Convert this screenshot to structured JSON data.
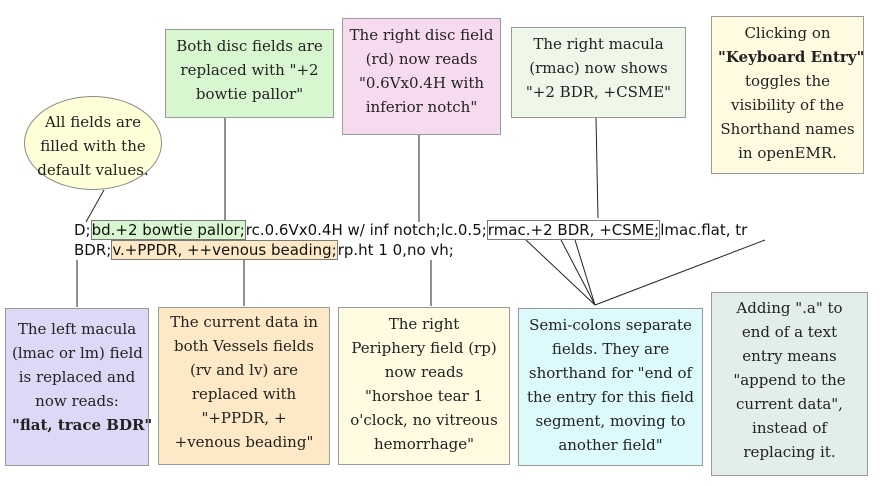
{
  "callouts": {
    "default_values": [
      "All fields are",
      "filled with the",
      "default values."
    ],
    "disc_fields": [
      "Both disc fields are",
      "replaced with \"+2",
      "bowtie pallor\""
    ],
    "right_disc": [
      "The right disc field",
      "(rd) now reads",
      "\"0.6Vx0.4H with",
      "inferior notch\""
    ],
    "right_macula": [
      "The right macula",
      "(rmac) now shows",
      "\"+2 BDR, +CSME\""
    ],
    "keyboard_entry": {
      "line1": "Clicking on",
      "bold_quote_open": "\"",
      "bold_text": "Keyboard Entry",
      "bold_quote_close": "\"",
      "line3": "toggles the",
      "line4": "visibility of the",
      "line5": "Shorthand names",
      "line6": "in openEMR."
    },
    "left_macula": {
      "lines": [
        "The left macula",
        "(lmac or lm) field",
        "is replaced and",
        "now reads:"
      ],
      "bold_line": "\"flat, trace BDR\""
    },
    "vessels": [
      "The current data in",
      "both Vessels fields",
      "(rv and lv) are",
      "replaced with",
      "\"+PPDR, +",
      "+venous beading\""
    ],
    "right_periphery": [
      "The right",
      "Periphery field (rp)",
      "now reads",
      "\"horshoe tear 1",
      "o'clock, no vitreous",
      "hemorrhage\""
    ],
    "semicolons": [
      "Semi-colons separate",
      "fields.  They are",
      "shorthand for \"end of",
      "the entry for this field",
      "segment, moving to",
      "another field\""
    ],
    "append": [
      "Adding \".a\" to",
      "end of a text",
      "entry means",
      "\"append to the",
      "current data\",",
      "instead of",
      "replacing it."
    ]
  },
  "code_line1": {
    "prefix": "D;",
    "bd": "bd.+2 bowtie pallor;",
    "rc": "rc.0.6Vx0.4H w/ inf notch;lc.0.5;",
    "rmac": "rmac.+2 BDR, +CSME;",
    "rest": "lmac.flat, tr"
  },
  "code_line2": {
    "prefix": "BDR;",
    "v": "v.+PPDR, ++venous beading;",
    "rest": "rp.ht 1 0,no vh;"
  },
  "colors": {
    "green": "#d8f7d0",
    "pink": "#f6dbf0",
    "pale_green": "#eef7e8",
    "cream": "#fffbe0",
    "lavender": "#dcd8f6",
    "orange": "#fde9c6",
    "cyan": "#dcfafc",
    "bluegray": "#e2eeec"
  }
}
